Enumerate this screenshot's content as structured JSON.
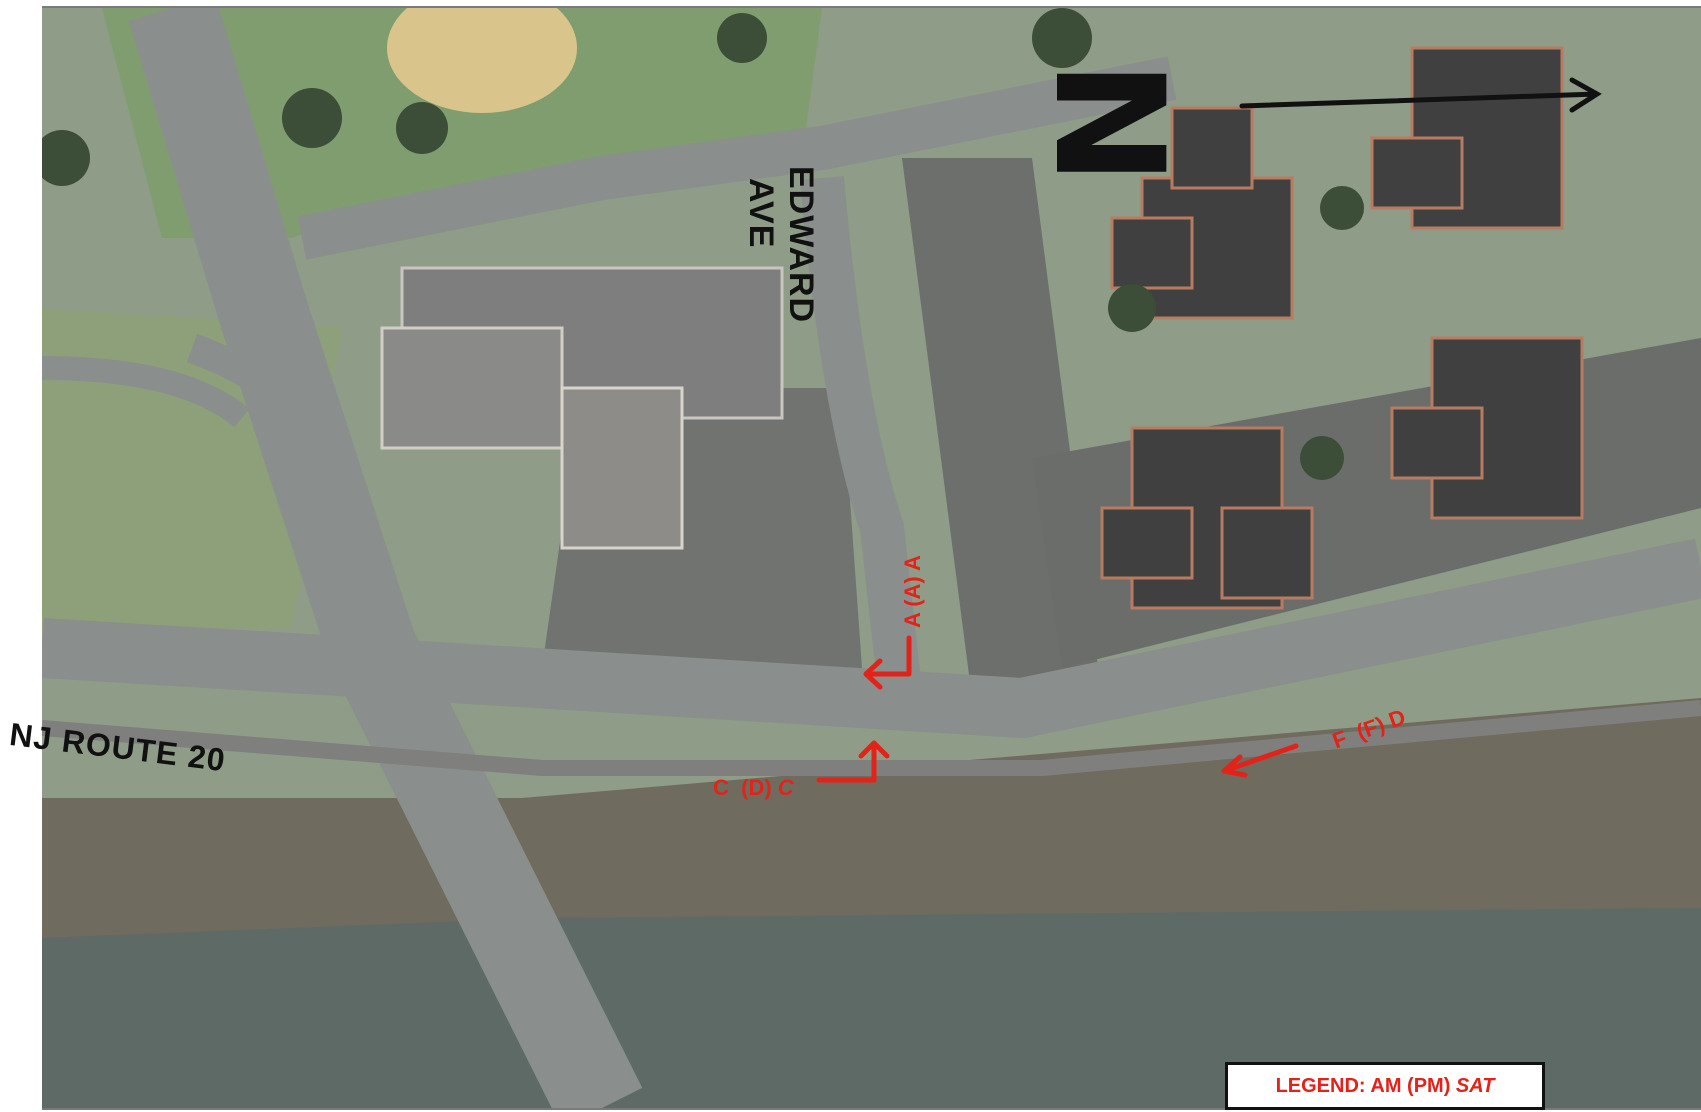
{
  "map": {
    "roads": {
      "route": "NJ ROUTE 20",
      "street_line1": "EDWARD",
      "street_line2": "AVE"
    },
    "north_arrow": {
      "letter": "N",
      "icon": "north-arrow-icon"
    },
    "movements": [
      {
        "id": "northbound",
        "am": "A",
        "pm": "(A)",
        "sat": "A"
      },
      {
        "id": "eastbound-left",
        "am": "C",
        "pm": "(D)",
        "sat": "C"
      },
      {
        "id": "westbound",
        "am": "F",
        "pm": "(F)",
        "sat": "D"
      }
    ],
    "legend": {
      "prefix": "LEGEND: AM (PM) ",
      "sat": "SAT"
    },
    "colors": {
      "label_red": "#e2231a",
      "label_black": "#111111",
      "river": "#5e6a66",
      "road": "#8a8e8c"
    }
  }
}
